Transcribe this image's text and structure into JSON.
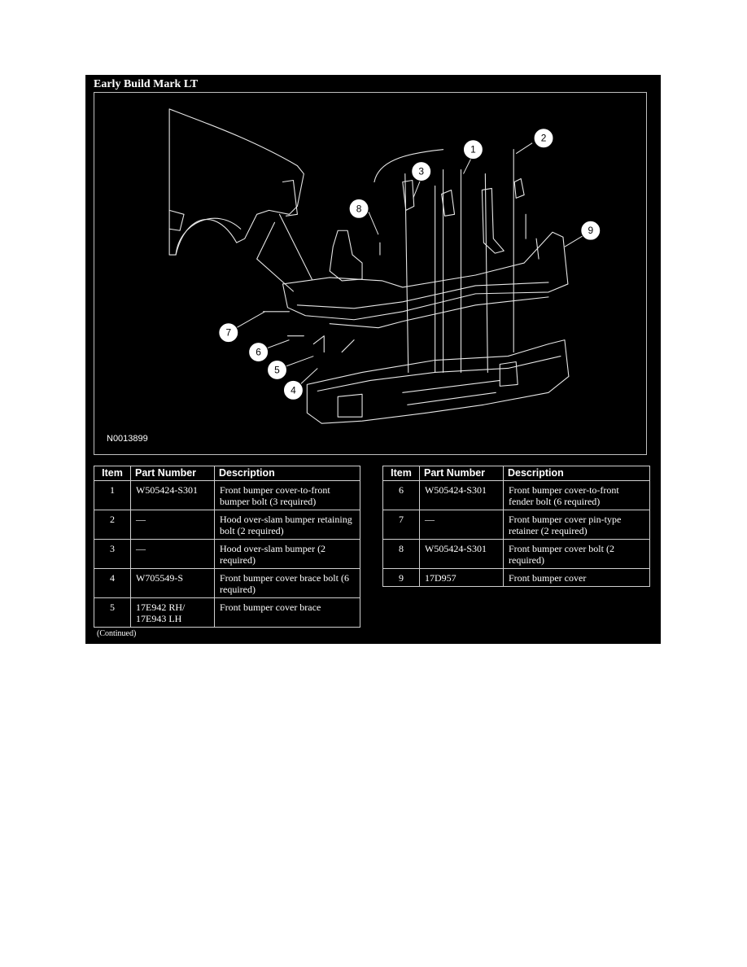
{
  "panel": {
    "title": "Early Build Mark LT",
    "figure_id": "N0013899",
    "continued": "(Continued)"
  },
  "callouts": [
    "1",
    "2",
    "3",
    "4",
    "5",
    "6",
    "7",
    "8",
    "9"
  ],
  "table": {
    "headers": {
      "item": "Item",
      "part_number": "Part Number",
      "description": "Description"
    },
    "left_rows": [
      {
        "item": "1",
        "part_number": "W505424-S301",
        "description": "Front bumper cover-to-front bumper bolt (3 required)"
      },
      {
        "item": "2",
        "part_number": "—",
        "description": "Hood over-slam bumper retaining bolt (2 required)"
      },
      {
        "item": "3",
        "part_number": "—",
        "description": "Hood over-slam bumper (2 required)"
      },
      {
        "item": "4",
        "part_number": "W705549-S",
        "description": "Front bumper cover brace bolt (6 required)"
      },
      {
        "item": "5",
        "part_number": "17E942 RH/ 17E943 LH",
        "description": "Front bumper cover brace"
      }
    ],
    "right_rows": [
      {
        "item": "6",
        "part_number": "W505424-S301",
        "description": "Front bumper cover-to-front fender bolt (6 required)"
      },
      {
        "item": "7",
        "part_number": "—",
        "description": "Front bumper cover pin-type retainer (2 required)"
      },
      {
        "item": "8",
        "part_number": "W505424-S301",
        "description": "Front bumper cover bolt (2 required)"
      },
      {
        "item": "9",
        "part_number": "17D957",
        "description": "Front bumper cover"
      }
    ]
  }
}
